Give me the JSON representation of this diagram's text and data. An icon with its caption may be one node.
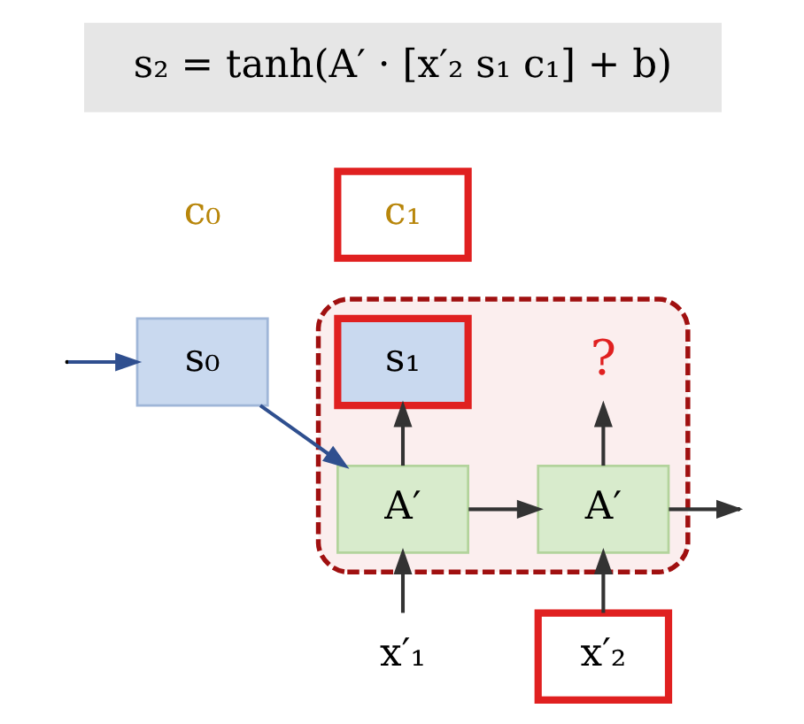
{
  "diagram": {
    "nodes": [
      {
        "text": [
          "s₂ = tanh(A′ · [x′₂ s₁ c₁] + b)"
        ]
      },
      {
        "text": [
          "c₀"
        ]
      },
      {
        "text": [
          "c₁"
        ]
      },
      {
        "text": [
          "s₀"
        ]
      },
      {
        "text": [],
        "shape": "box"
      },
      {
        "text": [
          "s₁"
        ],
        "in": 4
      },
      {
        "text": [
          "?"
        ],
        "in": 4
      },
      {
        "text": [
          "A′"
        ],
        "in": 4
      },
      {
        "text": [
          "A′"
        ],
        "in": 4
      },
      {
        "text": [
          "x′₁"
        ]
      },
      {
        "text": [
          "x′₂"
        ]
      }
    ],
    "edges": [
      {
        "from": null,
        "to": 3,
        "arrow": "to",
        "color": "#2f4f8f"
      },
      {
        "from": 3,
        "to": 7,
        "arrow": "to",
        "color": "#2f4f8f"
      },
      {
        "from": 9,
        "to": 7,
        "arrow": "to"
      },
      {
        "from": 7,
        "to": 5,
        "arrow": "to"
      },
      {
        "from": 7,
        "to": 8,
        "arrow": "to"
      },
      {
        "from": 10,
        "to": 8,
        "arrow": "to"
      },
      {
        "from": 8,
        "to": 6,
        "arrow": "to"
      },
      {
        "from": 8,
        "to": null,
        "arrow": "to"
      }
    ]
  }
}
